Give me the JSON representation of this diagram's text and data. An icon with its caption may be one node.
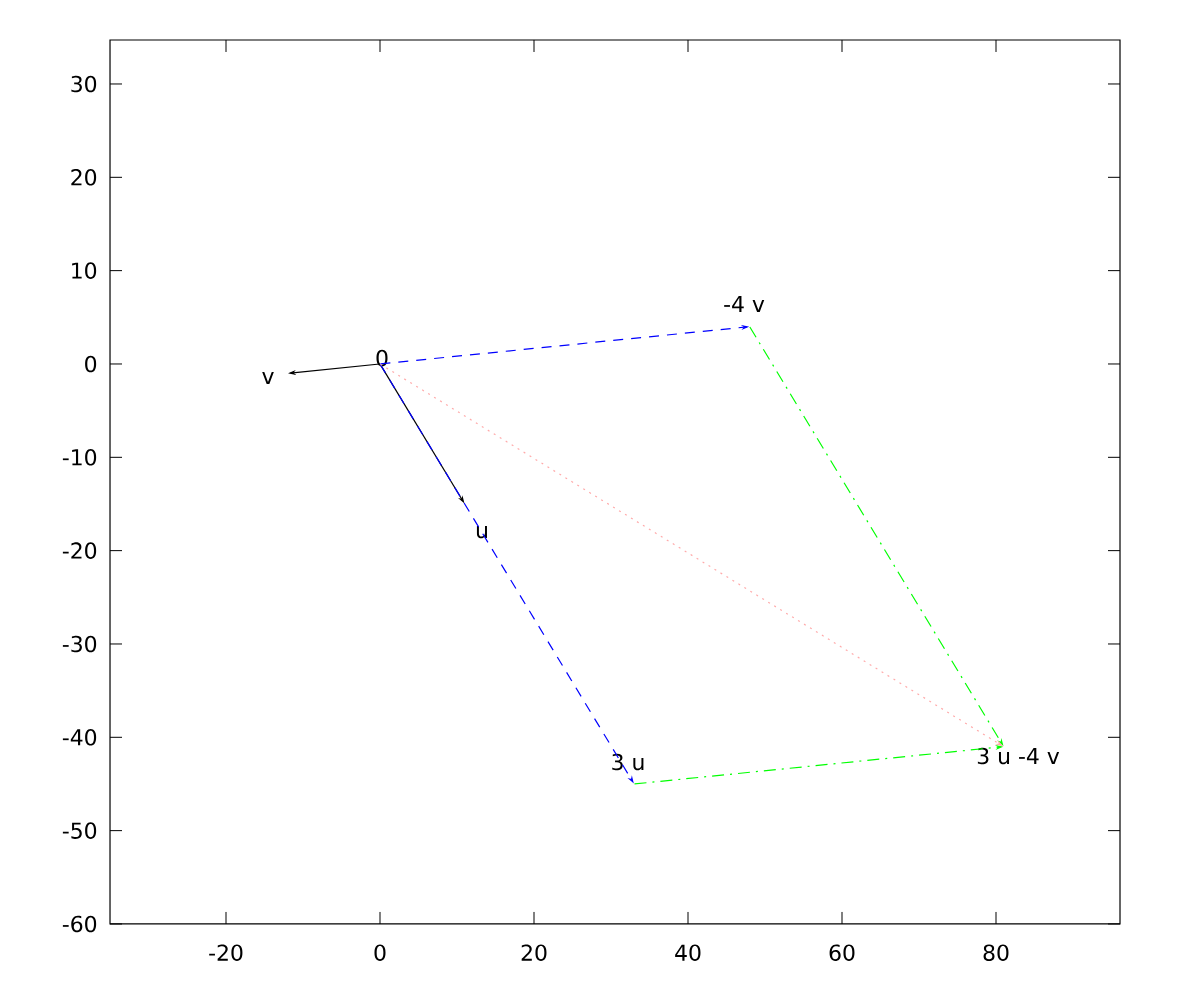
{
  "diagram": {
    "nodes": [
      {
        "text": [
          "0"
        ]
      },
      {
        "text": [
          "u"
        ]
      },
      {
        "text": [
          "v"
        ]
      },
      {
        "text": [
          "-4 v"
        ]
      },
      {
        "text": [
          "3 u"
        ]
      },
      {
        "text": [
          "3 u -4 v"
        ]
      }
    ],
    "edges": [
      {
        "from": 0,
        "to": 1,
        "arrow": "to",
        "color": "#000000"
      },
      {
        "from": 0,
        "to": 2,
        "arrow": "to",
        "color": "#000000"
      },
      {
        "from": 0,
        "to": 3,
        "arrow": "to",
        "style": "dashed",
        "color": "#0000ff"
      },
      {
        "from": 0,
        "to": 4,
        "arrow": "to",
        "style": "dashed",
        "color": "#0000ff"
      },
      {
        "from": 3,
        "to": 5,
        "arrow": "to",
        "style": "dashed",
        "color": "#00ff00"
      },
      {
        "from": 4,
        "to": 5,
        "arrow": "to",
        "style": "dashed",
        "color": "#00ff00"
      },
      {
        "from": 0,
        "to": 5,
        "arrow": "to",
        "style": "dashed",
        "color": "#ffaaaa"
      }
    ],
    "labels": [
      "30",
      "20",
      "10",
      "0",
      "-10",
      "-20",
      "-30",
      "-40",
      "-50",
      "-60",
      "-20",
      "0",
      "20",
      "40",
      "60",
      "80"
    ]
  }
}
